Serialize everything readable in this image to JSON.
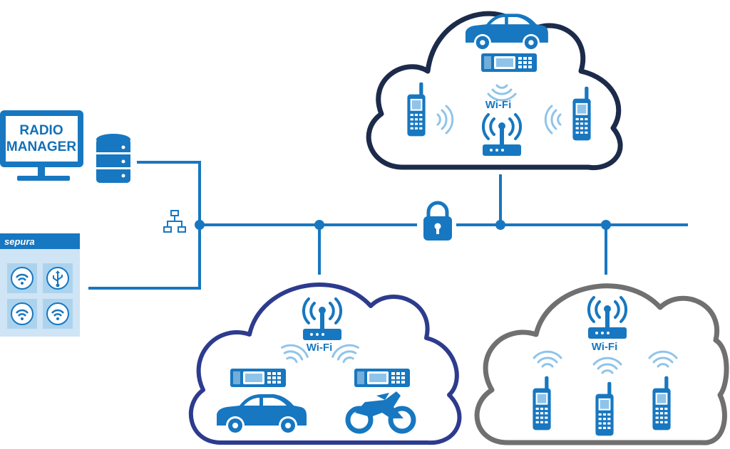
{
  "radio_manager": {
    "line1": "RADIO",
    "line2": "MANAGER"
  },
  "sepura_panel": {
    "brand": "sepura"
  },
  "clouds": {
    "top": {
      "label": "Wi-Fi",
      "outline": "#1c2b4a"
    },
    "bottom_left": {
      "label": "Wi-Fi",
      "outline": "#2d3b8e"
    },
    "bottom_right": {
      "label": "Wi-Fi",
      "outline": "#707070"
    }
  },
  "colors": {
    "accent": "#1777c0",
    "light": "#8fc4ea",
    "tile": "#cfe4f4"
  },
  "icons": [
    "monitor-icon",
    "database-icon",
    "network-icon",
    "lock-icon",
    "router-icon",
    "car-icon",
    "motorcycle-icon",
    "mobile-radio-icon",
    "handheld-radio-icon",
    "wifi-icon",
    "usb-icon"
  ]
}
